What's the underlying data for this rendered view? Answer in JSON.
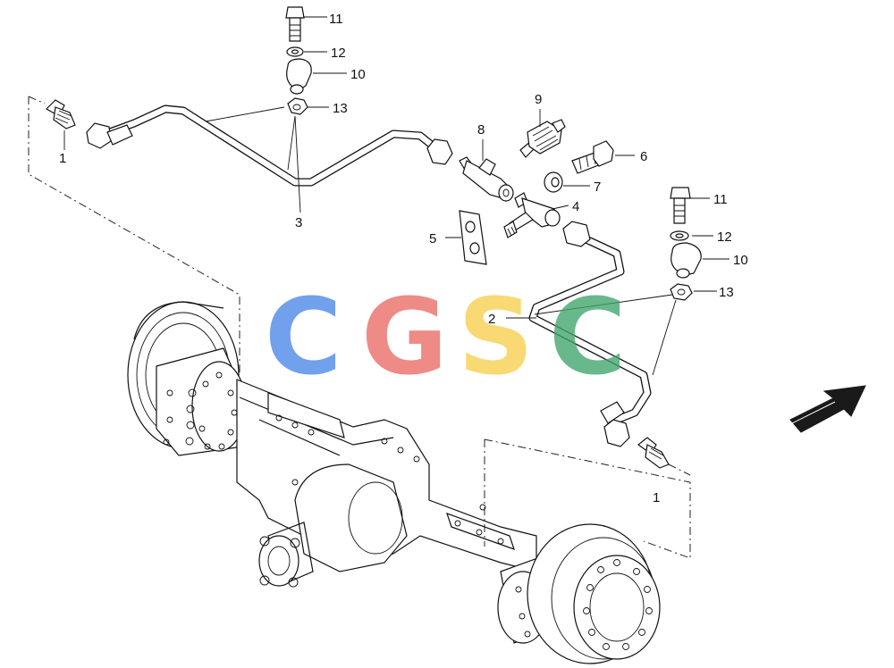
{
  "diagram": {
    "callouts": {
      "p1_left": "1",
      "p1_right": "1",
      "p2": "2",
      "p3": "3",
      "p4": "4",
      "p5": "5",
      "p6": "6",
      "p7": "7",
      "p8": "8",
      "p9": "9",
      "p10_top": "10",
      "p10_right": "10",
      "p11_top": "11",
      "p11_right": "11",
      "p12_top": "12",
      "p12_right": "12",
      "p13_top": "13",
      "p13_right": "13"
    },
    "watermark": {
      "letters": [
        "C",
        "G",
        "S",
        "C"
      ],
      "colors": [
        "#4a86e8",
        "#ea6b66",
        "#f7cf4d",
        "#3fa56b"
      ]
    }
  }
}
